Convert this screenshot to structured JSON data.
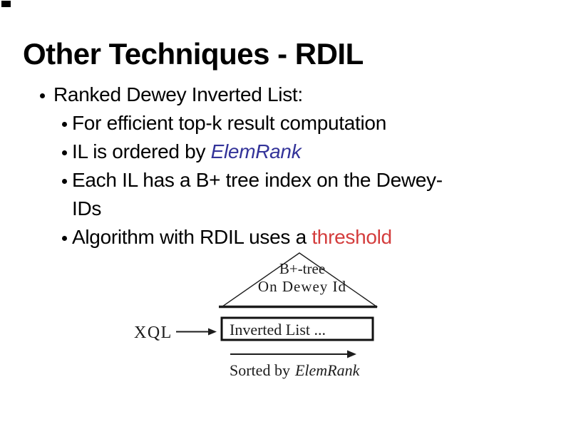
{
  "slide": {
    "title": "Other Techniques - RDIL",
    "bullet_glyph": "●",
    "bullets": {
      "l1": "Ranked Dewey Inverted List:",
      "l2": "For efficient top-k result computation",
      "l3_pre": "IL is ordered by ",
      "l3_em": "ElemRank",
      "l4": "Each IL has a B+ tree index on the Dewey-",
      "l5": "IDs",
      "l6_pre": "Algorithm with RDIL uses a ",
      "l6_em": "threshold"
    },
    "colors": {
      "title_text": "#000000",
      "body_text": "#000000",
      "elemrank_blue": "#333399",
      "threshold_red": "#d43d3d",
      "diagram_ink": "#1c1c1c",
      "background": "#ffffff"
    }
  },
  "diagram": {
    "tree_label_line1": "B+-tree",
    "tree_label_line2": "On Dewey Id",
    "box_label": "Inverted List ...",
    "query_label": "XQL",
    "sort_caption_pre": "Sorted by",
    "sort_caption_em": "ElemRank"
  }
}
